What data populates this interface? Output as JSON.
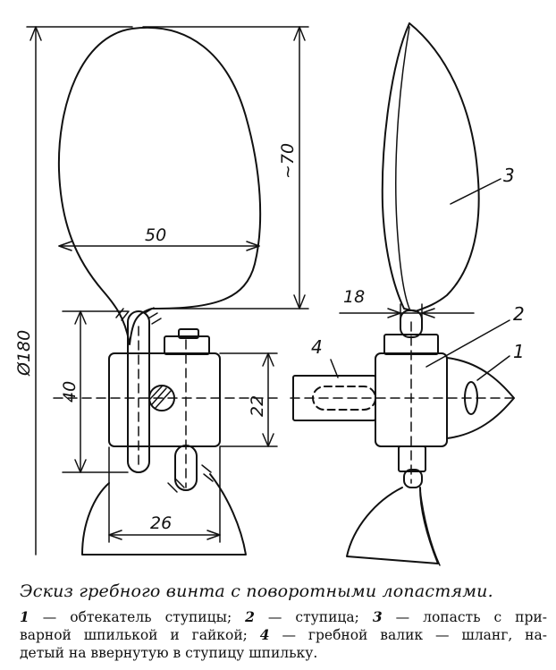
{
  "figure": {
    "dimensions": {
      "blade_width": "50",
      "blade_length": "~70",
      "diameter": "Ø180",
      "hub_height": "40",
      "hub_width": "26",
      "shaft_height": "22",
      "fairing_gap": "18"
    },
    "labels": {
      "fairing": "1",
      "hub": "2",
      "blade": "3",
      "shaft": "4"
    }
  },
  "caption": "Эскиз гребного винта с поворотными лопастями.",
  "legend": {
    "n1": "1",
    "t1": " — обтекатель ступицы; ",
    "n2": "2",
    "t2": " — ступица; ",
    "n3": "3",
    "t3": " — лопасть с при-",
    "line2a": "варной шпилькой и гайкой; ",
    "n4": "4",
    "t4": " — гребной валик — шланг, на-",
    "line3": "детый на ввернутую в ступицу шпильку."
  }
}
